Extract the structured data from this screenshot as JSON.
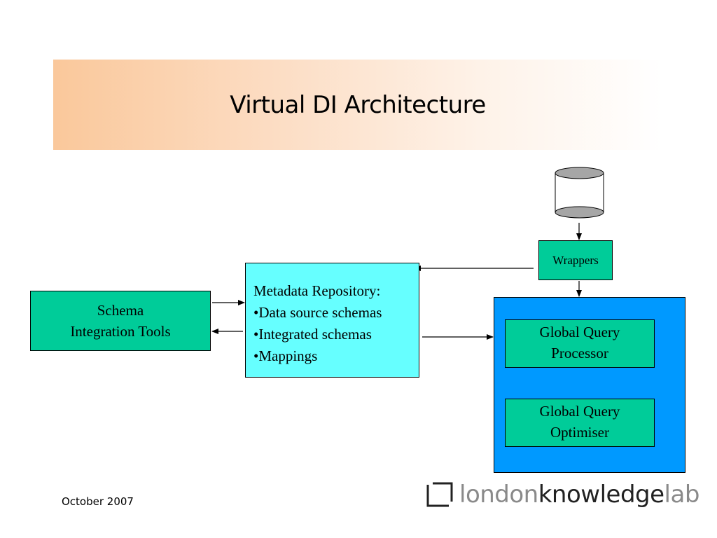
{
  "slide": {
    "title": "Virtual DI Architecture",
    "footer_date": "October 2007"
  },
  "nodes": {
    "schema_tools": {
      "line1": "Schema",
      "line2": "Integration Tools"
    },
    "metadata_repository": {
      "heading": "Metadata Repository:",
      "items": [
        "•Data source schemas",
        "•Integrated schemas",
        "•Mappings"
      ]
    },
    "wrappers": {
      "label": "Wrappers"
    },
    "global_query_processor": {
      "line1": "Global Query",
      "line2": "Processor"
    },
    "global_query_optimiser": {
      "line1": "Global Query",
      "line2": "Optimiser"
    }
  },
  "edges": [
    {
      "from": "data-source",
      "to": "wrappers"
    },
    {
      "from": "wrappers",
      "to": "metadata_repository"
    },
    {
      "from": "wrappers",
      "to": "query-engine"
    },
    {
      "from": "schema_tools",
      "to": "metadata_repository"
    },
    {
      "from": "metadata_repository",
      "to": "schema_tools"
    },
    {
      "from": "metadata_repository",
      "to": "query-engine"
    }
  ],
  "logo": {
    "part1": "london",
    "part2": "knowledge",
    "part3": "lab"
  },
  "colors": {
    "node_green": "#00cc99",
    "node_cyan": "#66ffff",
    "node_blue": "#0099ff",
    "title_band": "#fac89b"
  }
}
